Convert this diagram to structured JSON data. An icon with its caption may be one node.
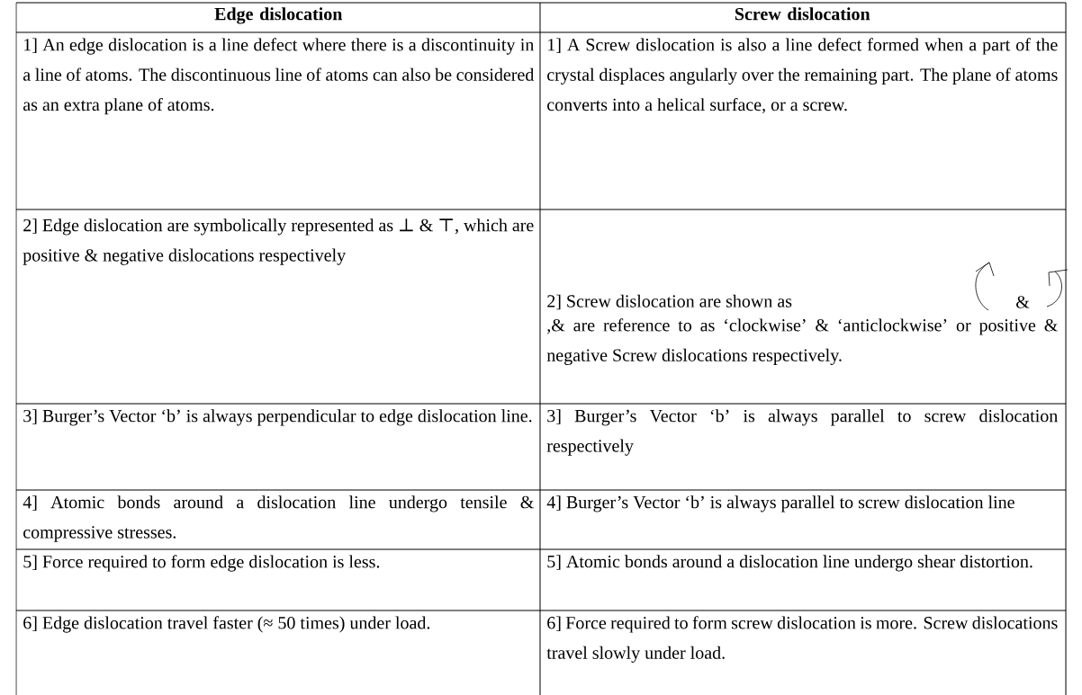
{
  "diagram": {
    "labels": [
      "Edge dislocation",
      "Screw dislocation",
      "1] An edge dislocation is a line defect where there is a discontinuity in a line of atoms.  The discontinuous line of atoms can also be considered as an extra plane of atoms.",
      "1] A Screw dislocation is also a line defect formed when a part of the crystal displaces angularly over the remaining part. The plane of atoms converts into a helical surface, or a screw.",
      "2] Edge dislocation are symbolically represented as ⊥ & ⊤, which are positive & negative dislocations respectively",
      "2] Screw dislocation are shown as",
      "&",
      ",& are reference to as ‘clockwise’ & ‘anticlockwise’ or positive & negative Screw dislocations respectively.",
      "3] Burger’s Vector ‘b’ is always perpendicular to edge dislocation line.",
      "3] Burger’s Vector ‘b’ is always parallel to screw dislocation respectively",
      "4] Atomic bonds around a dislocation line undergo tensile & compressive stresses.",
      "4] Burger’s Vector ‘b’ is always parallel to screw dislocation line",
      "5] Force required to form edge dislocation is less.",
      "5] Atomic bonds around a dislocation line undergo shear distortion.",
      "6] Edge dislocation travel faster (≈ 50 times) under load.",
      "6] Force required to form screw dislocation is more. Screw dislocations travel slowly under load."
    ]
  }
}
